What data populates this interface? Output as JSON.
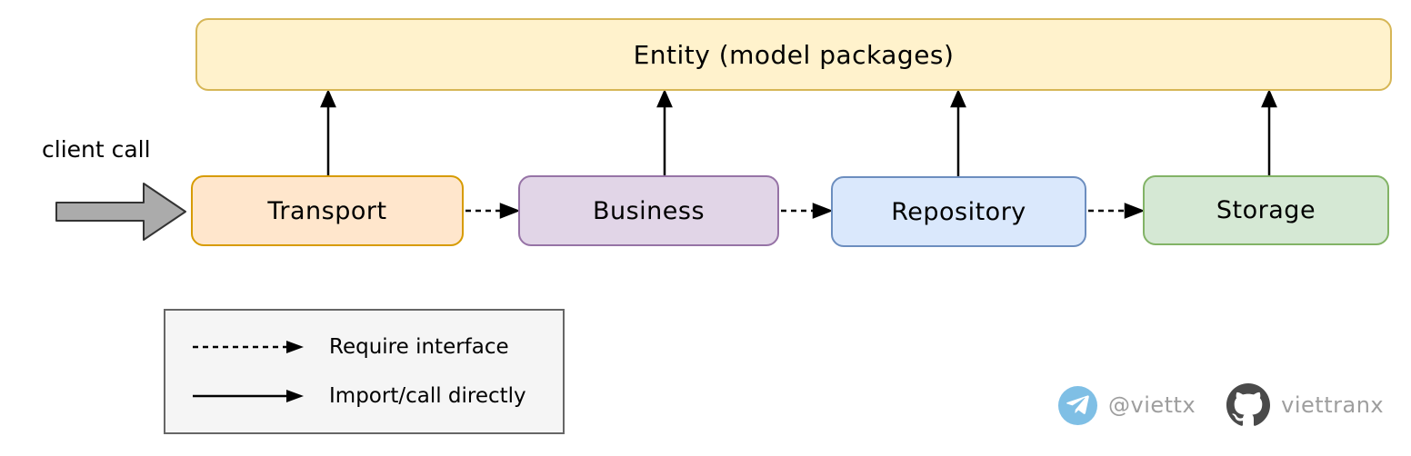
{
  "diagram": {
    "entity": {
      "label": "Entity (model packages)",
      "fill": "#FFF2CC",
      "border": "#D6B656"
    },
    "client_call": {
      "label": "client call",
      "arrow_fill": "#ABABAB"
    },
    "layers": [
      {
        "label": "Transport",
        "fill": "#FFE6CC",
        "border": "#D79B00"
      },
      {
        "label": "Business",
        "fill": "#E1D5E7",
        "border": "#9673A6"
      },
      {
        "label": "Repository",
        "fill": "#DAE8FC",
        "border": "#6C8EBF"
      },
      {
        "label": "Storage",
        "fill": "#D5E8D4",
        "border": "#82B366"
      }
    ],
    "flow": [
      "Transport",
      "Business",
      "Repository",
      "Storage"
    ],
    "upward_dependency_target": "Entity (model packages)"
  },
  "legend": {
    "items": [
      {
        "arrow_style": "dashed",
        "label": "Require interface"
      },
      {
        "arrow_style": "solid",
        "label": "Import/call directly"
      }
    ]
  },
  "footer": {
    "telegram": {
      "handle": "@viettx",
      "icon_color": "#7FBFE5"
    },
    "github": {
      "handle": "viettranx",
      "icon_color": "#4A4A4A"
    },
    "text_color": "#9E9E9E"
  }
}
